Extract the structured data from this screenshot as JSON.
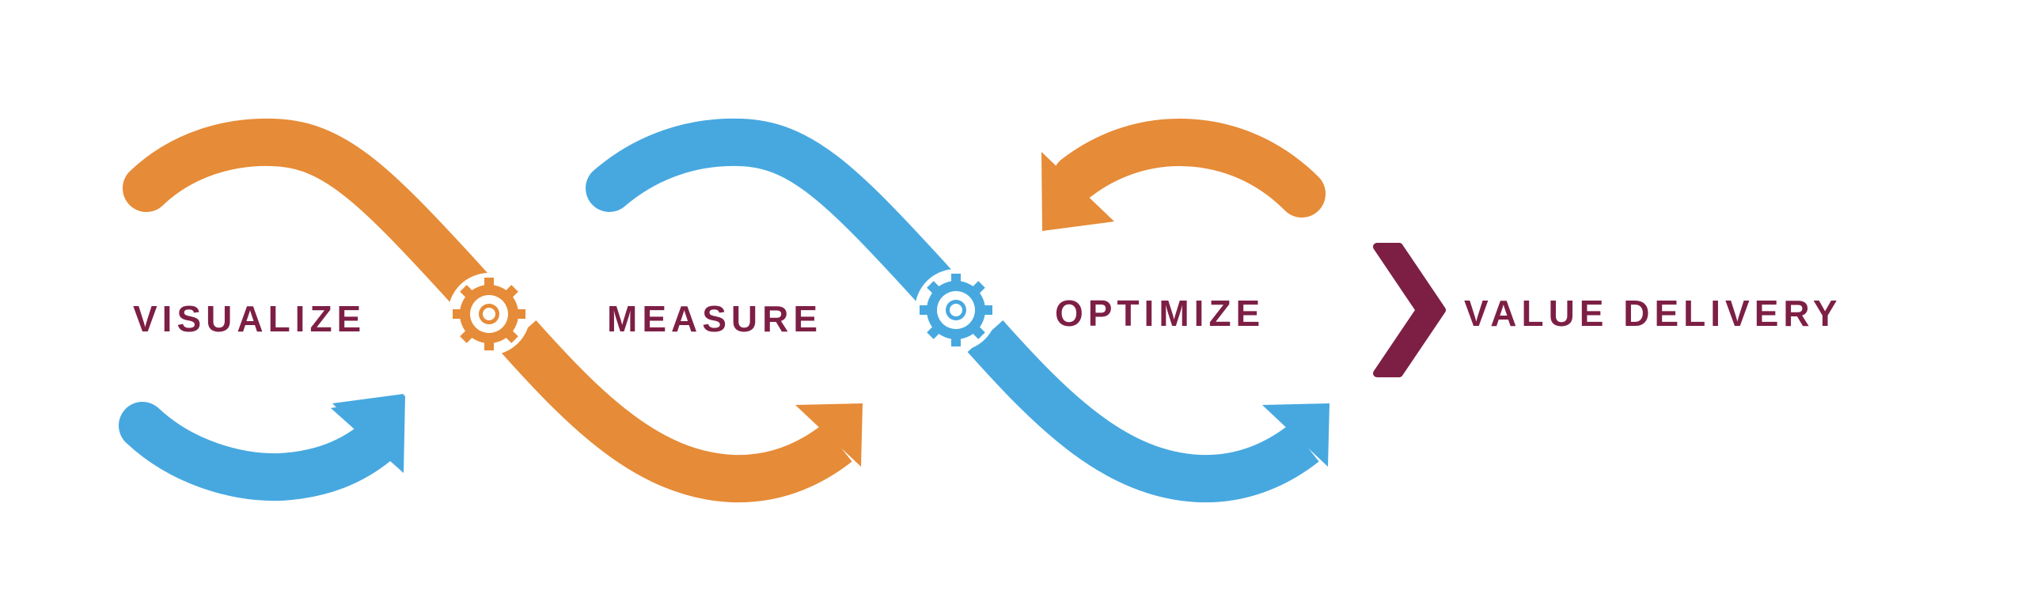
{
  "labels": {
    "visualize": "VISUALIZE",
    "measure": "MEASURE",
    "optimize": "OPTIMIZE",
    "value_delivery": "VALUE DELIVERY"
  },
  "colors": {
    "orange": "#E68B37",
    "blue": "#47A8E0",
    "maroon": "#7D1F45",
    "background": "#FFFFFF"
  },
  "icons": {
    "gear_1": "gear-icon",
    "gear_2": "gear-icon",
    "chevron": "chevron-right-icon"
  }
}
